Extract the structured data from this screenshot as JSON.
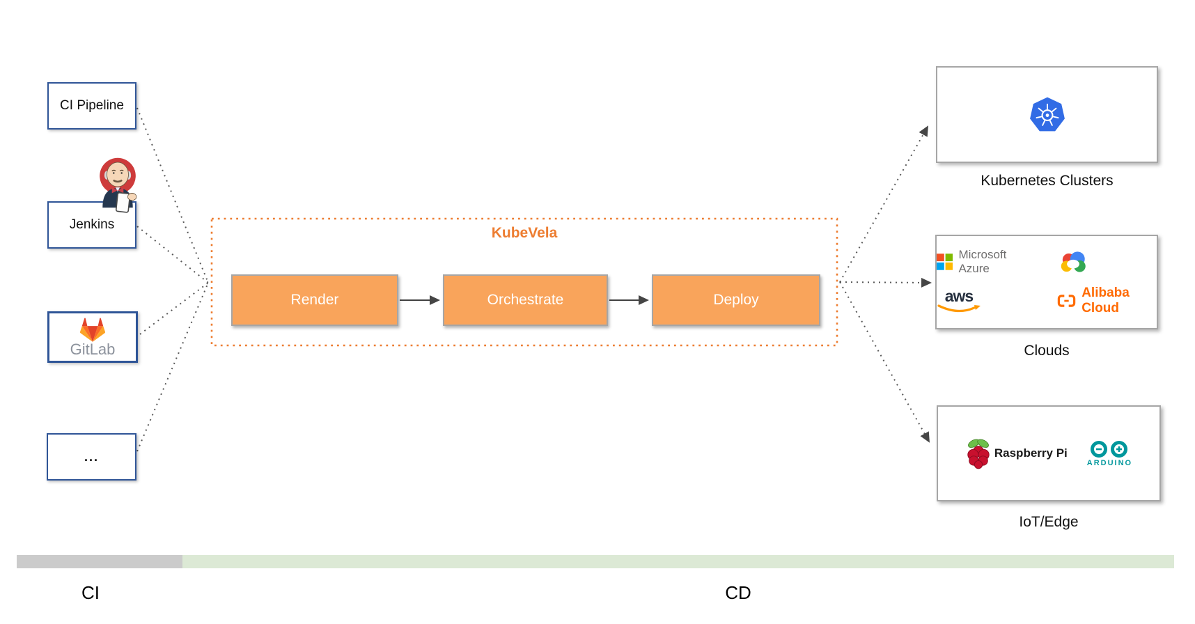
{
  "ci_sources": [
    {
      "label": "CI Pipeline"
    },
    {
      "label": "Jenkins",
      "icon": "jenkins-mascot-icon"
    },
    {
      "label": "GitLab",
      "icon": "gitlab-tanuki-icon"
    },
    {
      "label": "..."
    }
  ],
  "kubevela": {
    "title": "KubeVela",
    "steps": [
      {
        "label": "Render"
      },
      {
        "label": "Orchestrate"
      },
      {
        "label": "Deploy"
      }
    ]
  },
  "targets": {
    "kubernetes": {
      "label": "Kubernetes Clusters",
      "icon": "kubernetes-icon"
    },
    "clouds": {
      "label": "Clouds",
      "azure_text": "Microsoft Azure",
      "aws_text": "aws",
      "alibaba_text": "Alibaba Cloud",
      "icons": [
        "microsoft-azure-icon",
        "google-cloud-icon",
        "aws-icon",
        "alibaba-cloud-icon"
      ]
    },
    "iot": {
      "label": "IoT/Edge",
      "raspberry_text": "Raspberry Pi",
      "arduino_text": "ARDUINO",
      "icons": [
        "raspberry-pi-icon",
        "arduino-icon"
      ]
    }
  },
  "footer": {
    "ci_label": "CI",
    "cd_label": "CD"
  },
  "colors": {
    "accent_orange": "#ED7D31",
    "step_fill": "#F9A45B",
    "step_border": "#A6A6A6",
    "source_border_navy": "#2F5597",
    "connector_gray": "#595959",
    "kubernetes_blue": "#326CE5",
    "arduino_teal": "#00979C",
    "alibaba_orange": "#FF6A00",
    "aws_orange": "#FF9900",
    "gitlab_wordmark_gray": "#8C929C",
    "bar_ci_gray": "#CBCBCB",
    "bar_cd_green": "#DCE9D5"
  }
}
